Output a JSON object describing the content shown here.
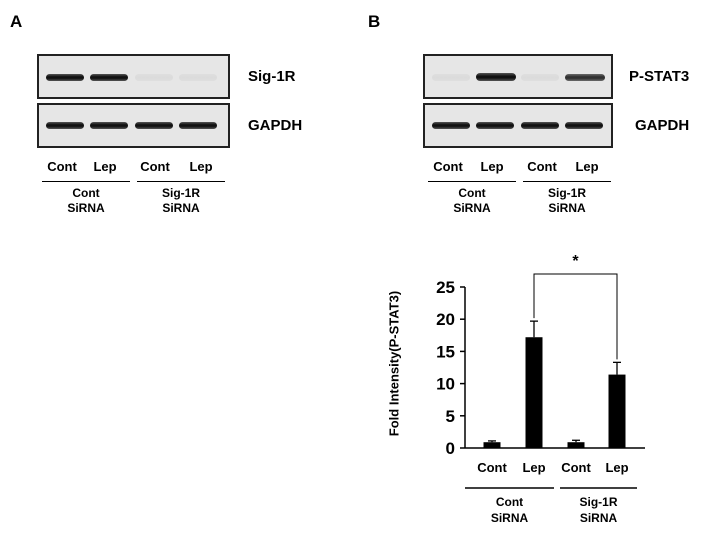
{
  "panels": {
    "a": {
      "letter": "A",
      "blots": [
        {
          "label": "Sig-1R",
          "bands": [
            1,
            1,
            0.05,
            0.05
          ]
        },
        {
          "label": "GAPDH",
          "bands": [
            1,
            1,
            1,
            1
          ]
        }
      ],
      "lanes": [
        "Cont",
        "Lep",
        "Cont",
        "Lep"
      ],
      "groups": [
        {
          "line1": "Cont",
          "line2": "SiRNA"
        },
        {
          "line1": "Sig-1R",
          "line2": "SiRNA"
        }
      ]
    },
    "b": {
      "letter": "B",
      "blots": [
        {
          "label": "P-STAT3",
          "bands": [
            0.05,
            1,
            0.05,
            0.8
          ]
        },
        {
          "label": "GAPDH",
          "bands": [
            1,
            1,
            1,
            1
          ]
        }
      ],
      "lanes": [
        "Cont",
        "Lep",
        "Cont",
        "Lep"
      ],
      "groups": [
        {
          "line1": "Cont",
          "line2": "SiRNA"
        },
        {
          "line1": "Sig-1R",
          "line2": "SiRNA"
        }
      ]
    }
  },
  "chart_data": {
    "type": "bar",
    "categories": [
      "Cont",
      "Lep",
      "Cont",
      "Lep"
    ],
    "groups": [
      {
        "line1": "Cont",
        "line2": "SiRNA"
      },
      {
        "line1": "Sig-1R",
        "line2": "SiRNA"
      }
    ],
    "values": [
      0.9,
      17.2,
      0.9,
      11.4
    ],
    "errors": [
      0.2,
      2.5,
      0.3,
      1.9
    ],
    "ylabel": "Fold Intensity(P-STAT3)",
    "ylim": [
      0,
      25
    ],
    "yticks": [
      "0",
      "5",
      "10",
      "15",
      "20",
      "25"
    ],
    "significance": {
      "from_index": 1,
      "to_index": 3,
      "label": "*"
    },
    "bar_color": "#000000"
  }
}
